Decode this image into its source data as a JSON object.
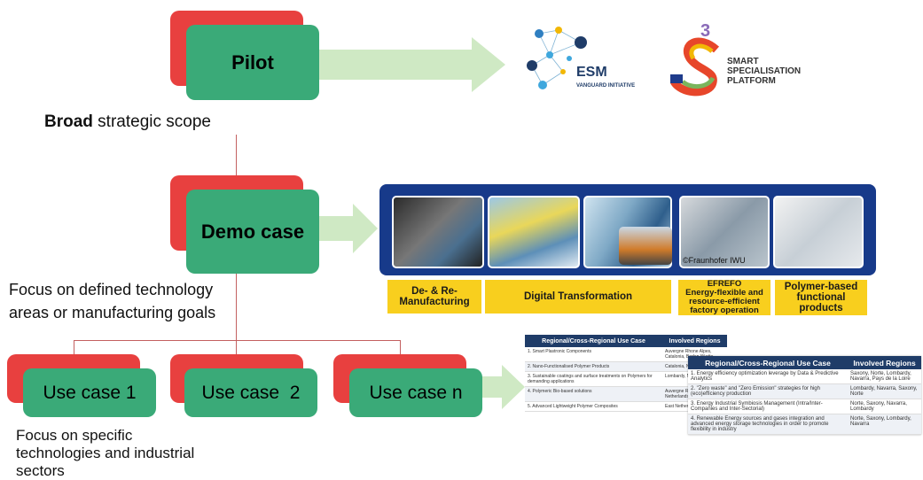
{
  "pilot": {
    "label": "Pilot",
    "caption_bold": "Broad",
    "caption_rest": " strategic scope",
    "logos": {
      "esm_name": "ESM",
      "esm_subtitle": "VANGUARD INITIATIVE",
      "s3_number": "3",
      "s3_line1": "SMART",
      "s3_line2": "SPECIALISATION",
      "s3_line3": "PLATFORM"
    }
  },
  "demo": {
    "label": "Demo case",
    "caption_line1": "Focus on defined technology",
    "caption_line2": "areas or manufacturing goals",
    "copyright": "©Fraunhofer IWU",
    "categories": [
      {
        "label_line1": "De- & Re-",
        "label_line2": "Manufacturing"
      },
      {
        "label_line1": "Digital Transformation",
        "label_line2": ""
      },
      {
        "label_line1": "EFREFO",
        "label_line2": "Energy-flexible and",
        "label_line3": "resource-efficient",
        "label_line4": "factory operation"
      },
      {
        "label_line1": "Polymer-based",
        "label_line2": "functional",
        "label_line3": "products"
      }
    ]
  },
  "use_cases": {
    "items": [
      "Use case 1",
      "Use case  2",
      "Use case n"
    ],
    "caption_line1": "Focus on specific",
    "caption_line2": "technologies and industrial",
    "caption_line3": "sectors"
  },
  "table_back": {
    "col1": "Regional/Cross-Regional Use Case",
    "col2": "Involved Regions",
    "rows": [
      {
        "case": "1. Smart Plastronic Components",
        "regions": "Auvergne Rhone Alpes, Catalonia, Baden Wurtte"
      },
      {
        "case": "2. Nano-Functionalised Polymer Products",
        "regions": "Catalonia, N"
      },
      {
        "case": "3. Sustainable coatings and surface treatments on Polymers for demanding applications",
        "regions": "Lombardy, N Norte"
      },
      {
        "case": "4. Polymeric Bio-based solutions",
        "regions": "Auvergne Rh Slovenia, Ca Netherlands"
      },
      {
        "case": "5. Advanced Lightweight Polymer Composites",
        "regions": "East Netherla Rhone Alpes"
      }
    ]
  },
  "table_front": {
    "col1": "Regional/Cross-Regional Use Case",
    "col2": "Involved Regions",
    "rows": [
      {
        "case": "1. Energy efficiency optimization leverage by Data & Predictive Analytics",
        "regions": "Saxony, Norte, Lombardy, Navarra, Pays de la Loire"
      },
      {
        "case": "2. \"Zero waste\" and \"Zero Emission\" strategies for high (eco)efficiency production",
        "regions": "Lombardy, Navarra, Saxony, Norte"
      },
      {
        "case": "3. Energy Industrial Symbiosis Management (Intra/Inter-Companies and Inter-Sectorial)",
        "regions": "Norte, Saxony, Navarra, Lombardy"
      },
      {
        "case": "4. Renewable Energy sources and gases integration and advanced energy storage technologies in order to promote flexibility in industry",
        "regions": "Norte, Saxony, Lombardy, Navarra"
      }
    ]
  },
  "colors": {
    "box_red": "#e8403f",
    "box_green": "#3aaa78",
    "arrow": "#cfe9c4",
    "panel": "#173a8a",
    "label_yellow": "#f8cf1e",
    "table_header": "#1f3c68"
  }
}
